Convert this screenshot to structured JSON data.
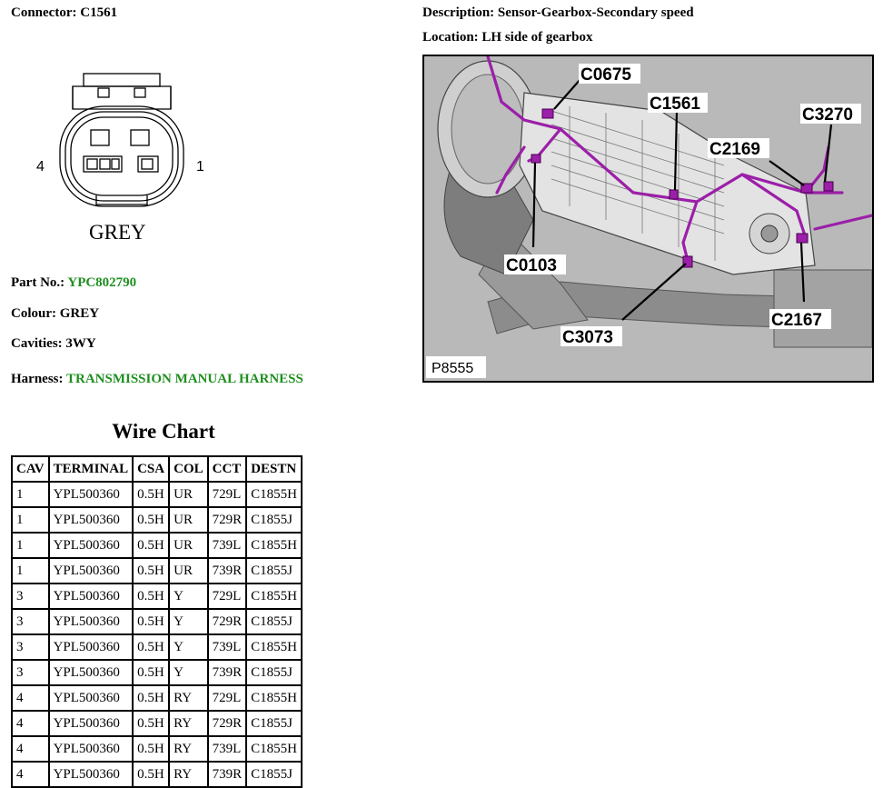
{
  "connector": {
    "label": "Connector:",
    "value": "C1561"
  },
  "description": {
    "label": "Description:",
    "value": "Sensor-Gearbox-Secondary speed"
  },
  "location": {
    "label": "Location:",
    "value": "LH side of gearbox"
  },
  "connector_face": {
    "pin_left": "4",
    "pin_right": "1",
    "color_name": "GREY"
  },
  "part": {
    "label": "Part No.:",
    "value": "YPC802790"
  },
  "colour": {
    "label": "Colour:",
    "value": "GREY"
  },
  "cavities": {
    "label": "Cavities:",
    "value": "3WY"
  },
  "harness": {
    "label": "Harness:",
    "value": "TRANSMISSION MANUAL HARNESS"
  },
  "wire_chart": {
    "title": "Wire Chart",
    "headers": [
      "CAV",
      "TERMINAL",
      "CSA",
      "COL",
      "CCT",
      "DESTN"
    ],
    "rows": [
      [
        "1",
        "YPL500360",
        "0.5H",
        "UR",
        "729L",
        "C1855H"
      ],
      [
        "1",
        "YPL500360",
        "0.5H",
        "UR",
        "729R",
        "C1855J"
      ],
      [
        "1",
        "YPL500360",
        "0.5H",
        "UR",
        "739L",
        "C1855H"
      ],
      [
        "1",
        "YPL500360",
        "0.5H",
        "UR",
        "739R",
        "C1855J"
      ],
      [
        "3",
        "YPL500360",
        "0.5H",
        "Y",
        "729L",
        "C1855H"
      ],
      [
        "3",
        "YPL500360",
        "0.5H",
        "Y",
        "729R",
        "C1855J"
      ],
      [
        "3",
        "YPL500360",
        "0.5H",
        "Y",
        "739L",
        "C1855H"
      ],
      [
        "3",
        "YPL500360",
        "0.5H",
        "Y",
        "739R",
        "C1855J"
      ],
      [
        "4",
        "YPL500360",
        "0.5H",
        "RY",
        "729L",
        "C1855H"
      ],
      [
        "4",
        "YPL500360",
        "0.5H",
        "RY",
        "729R",
        "C1855J"
      ],
      [
        "4",
        "YPL500360",
        "0.5H",
        "RY",
        "739L",
        "C1855H"
      ],
      [
        "4",
        "YPL500360",
        "0.5H",
        "RY",
        "739R",
        "C1855J"
      ]
    ]
  },
  "photo": {
    "ref": "P8555",
    "callouts": {
      "c0675": "C0675",
      "c1561": "C1561",
      "c3270": "C3270",
      "c2169": "C2169",
      "c0103": "C0103",
      "c3073": "C3073",
      "c2167": "C2167"
    }
  },
  "colors": {
    "harness_green": "#1f8f1f",
    "wire_purple": "#9b1fa8"
  }
}
